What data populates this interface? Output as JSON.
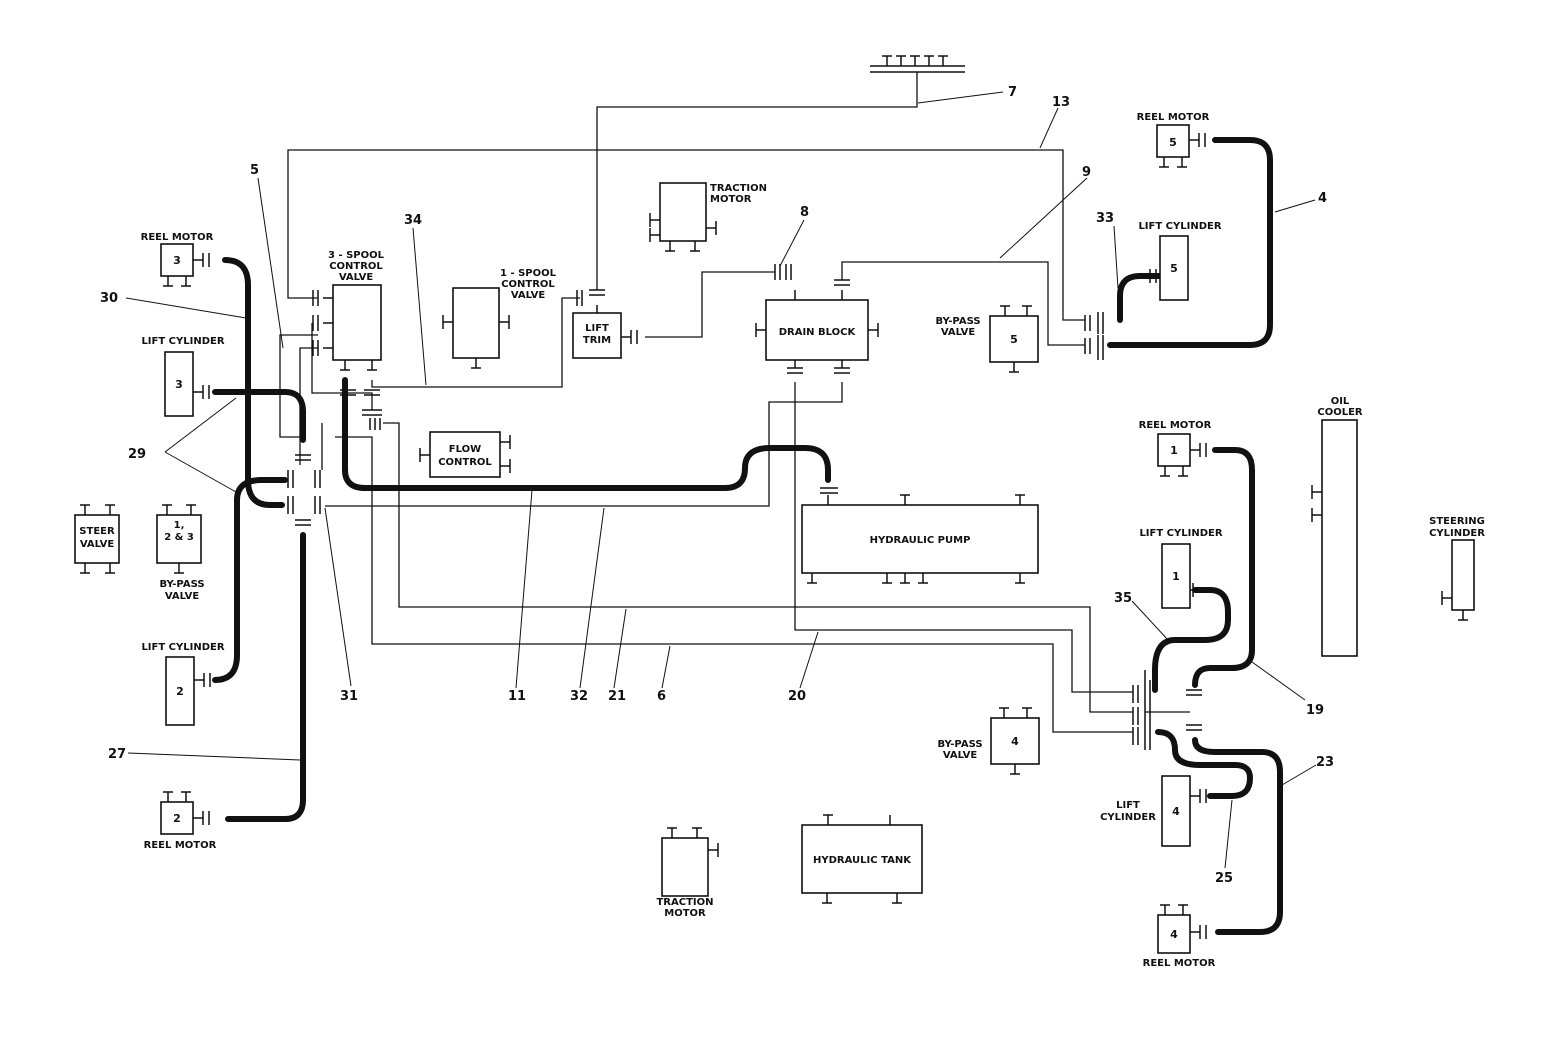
{
  "components": {
    "reel_motor_5": {
      "name": "REEL MOTOR",
      "num": "5"
    },
    "traction_motor_top": {
      "l1": "TRACTION",
      "l2": "MOTOR"
    },
    "lift_cylinder_5": {
      "name": "LIFT CYLINDER",
      "num": "5"
    },
    "bypass_valve_5": {
      "l1": "BY-PASS",
      "l2": "VALVE",
      "num": "5"
    },
    "reel_motor_3": {
      "name": "REEL MOTOR",
      "num": "3"
    },
    "spool_3_control_valve": {
      "l1": "3 - SPOOL",
      "l2": "CONTROL",
      "l3": "VALVE"
    },
    "spool_1_control_valve": {
      "l1": "1 - SPOOL",
      "l2": "CONTROL",
      "l3": "VALVE"
    },
    "lift_trim": {
      "l1": "LIFT",
      "l2": "TRIM"
    },
    "drain_block": {
      "name": "DRAIN BLOCK"
    },
    "lift_cylinder_3": {
      "name": "LIFT CYLINDER",
      "num": "3"
    },
    "flow_control": {
      "l1": "FLOW",
      "l2": "CONTROL"
    },
    "steer_valve": {
      "l1": "STEER",
      "l2": "VALVE"
    },
    "bypass_valve_123": {
      "l1": "1,",
      "l2": "2 & 3",
      "l3": "BY-PASS",
      "l4": "VALVE"
    },
    "hydraulic_pump": {
      "name": "HYDRAULIC PUMP"
    },
    "oil_cooler": {
      "l1": "OIL",
      "l2": "COOLER"
    },
    "reel_motor_1": {
      "name": "REEL MOTOR",
      "num": "1"
    },
    "lift_cylinder_1": {
      "name": "LIFT CYLINDER",
      "num": "1"
    },
    "steering_cylinder": {
      "l1": "STEERING",
      "l2": "CYLINDER"
    },
    "lift_cylinder_2": {
      "name": "LIFT CYLINDER",
      "num": "2"
    },
    "reel_motor_2": {
      "name": "REEL MOTOR",
      "num": "2"
    },
    "bypass_valve_4": {
      "l1": "BY-PASS",
      "l2": "VALVE",
      "num": "4"
    },
    "lift_cylinder_4": {
      "l1": "LIFT",
      "l2": "CYLINDER",
      "num": "4"
    },
    "traction_motor_bottom": {
      "l1": "TRACTION",
      "l2": "MOTOR"
    },
    "hydraulic_tank": {
      "name": "HYDRAULIC TANK"
    },
    "reel_motor_4": {
      "name": "REEL MOTOR",
      "num": "4"
    }
  },
  "callouts": {
    "c4": "4",
    "c5": "5",
    "c6": "6",
    "c7": "7",
    "c8": "8",
    "c9": "9",
    "c11": "11",
    "c13": "13",
    "c19": "19",
    "c20": "20",
    "c21": "21",
    "c23": "23",
    "c25": "25",
    "c27": "27",
    "c29": "29",
    "c30": "30",
    "c31": "31",
    "c32": "32",
    "c33": "33",
    "c34": "34",
    "c35": "35"
  }
}
